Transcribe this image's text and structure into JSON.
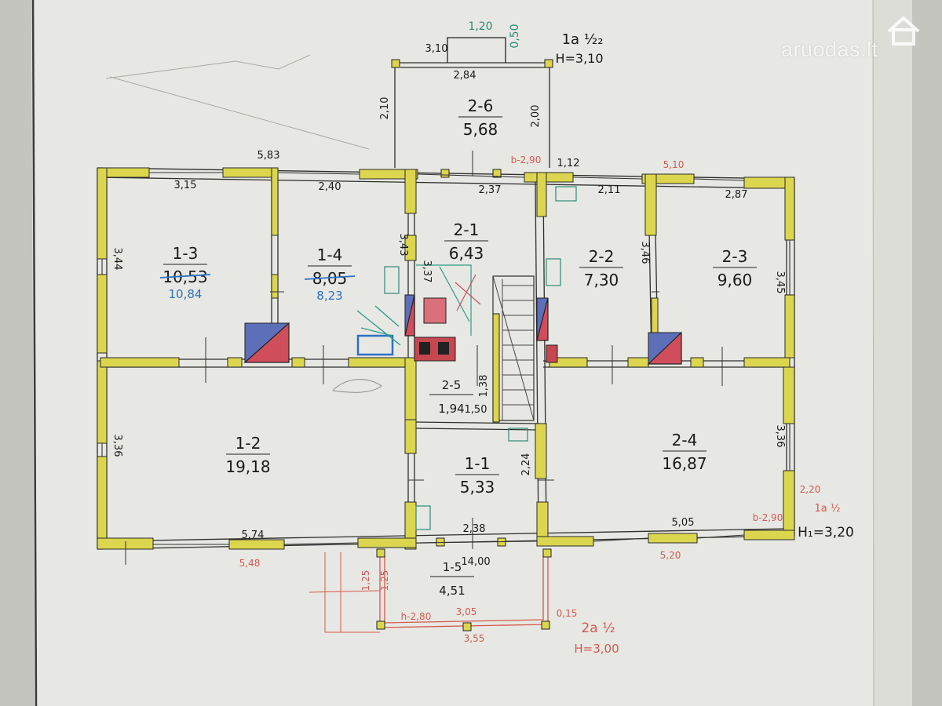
{
  "watermark": "aruodas.lt",
  "annotations": {
    "storey_label": "1a ½₂",
    "height_top": "H=3,10",
    "height_right": "H₁=3,20",
    "height_right_red": "1a ½",
    "height_bottom_red": "2a ½",
    "height_bottom_val": "H=3,00"
  },
  "rooms": [
    {
      "id": "1-3",
      "area": "10,53",
      "area_new": "10,84"
    },
    {
      "id": "1-4",
      "area": "8,05",
      "area_new": "8,23"
    },
    {
      "id": "2-1",
      "area": "6,43"
    },
    {
      "id": "2-2",
      "area": "7,30"
    },
    {
      "id": "2-3",
      "area": "9,60"
    },
    {
      "id": "1-2",
      "area": "19,18"
    },
    {
      "id": "2-5",
      "area": "1,94"
    },
    {
      "id": "1-1",
      "area": "5,33"
    },
    {
      "id": "2-4",
      "area": "16,87"
    },
    {
      "id": "2-6",
      "area": "5,68"
    },
    {
      "id": "1-5",
      "area": "4,51"
    }
  ],
  "dimensions": {
    "black": [
      "5,83",
      "3,15",
      "2,40",
      "2,37",
      "2,11",
      "2,87",
      "2,84",
      "3,10",
      "2,10",
      "2,00",
      "3,44",
      "3,43",
      "3,37",
      "3,46",
      "3,45",
      "3,36",
      "3,36",
      "2,24",
      "1,38",
      "1,50",
      "5,74",
      "2,38",
      "5,05",
      "14,00",
      "1,12"
    ],
    "green": [
      "1,20",
      "0,50"
    ],
    "red": [
      "5,10",
      "5,48",
      "5,20",
      "3,05",
      "3,55",
      "1,25",
      "1,25",
      "0,15",
      "b-2,90",
      "h-2,80",
      "b-2,90",
      "2,20"
    ]
  }
}
